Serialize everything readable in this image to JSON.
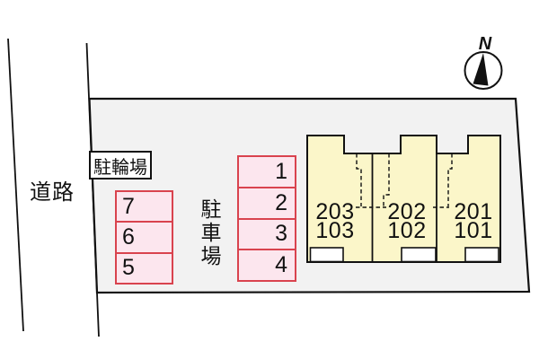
{
  "labels": {
    "road": "道路",
    "bicycle_parking": "駐輪場",
    "car_parking": "駐車場",
    "compass_north": "N"
  },
  "parking_left_column": {
    "spaces": [
      "7",
      "6",
      "5"
    ]
  },
  "parking_middle_column": {
    "spaces": [
      "1",
      "2",
      "3",
      "4"
    ]
  },
  "building": {
    "units": [
      {
        "upper_unit": "203",
        "lower_unit": "103"
      },
      {
        "upper_unit": "202",
        "lower_unit": "102"
      },
      {
        "upper_unit": "201",
        "lower_unit": "101"
      }
    ]
  },
  "colors": {
    "site_fill": "#f2f2f2",
    "building_fill": "#fbf6c9",
    "parking_fill": "#fce6ee",
    "parking_border": "#d9434e",
    "line": "#111111"
  }
}
